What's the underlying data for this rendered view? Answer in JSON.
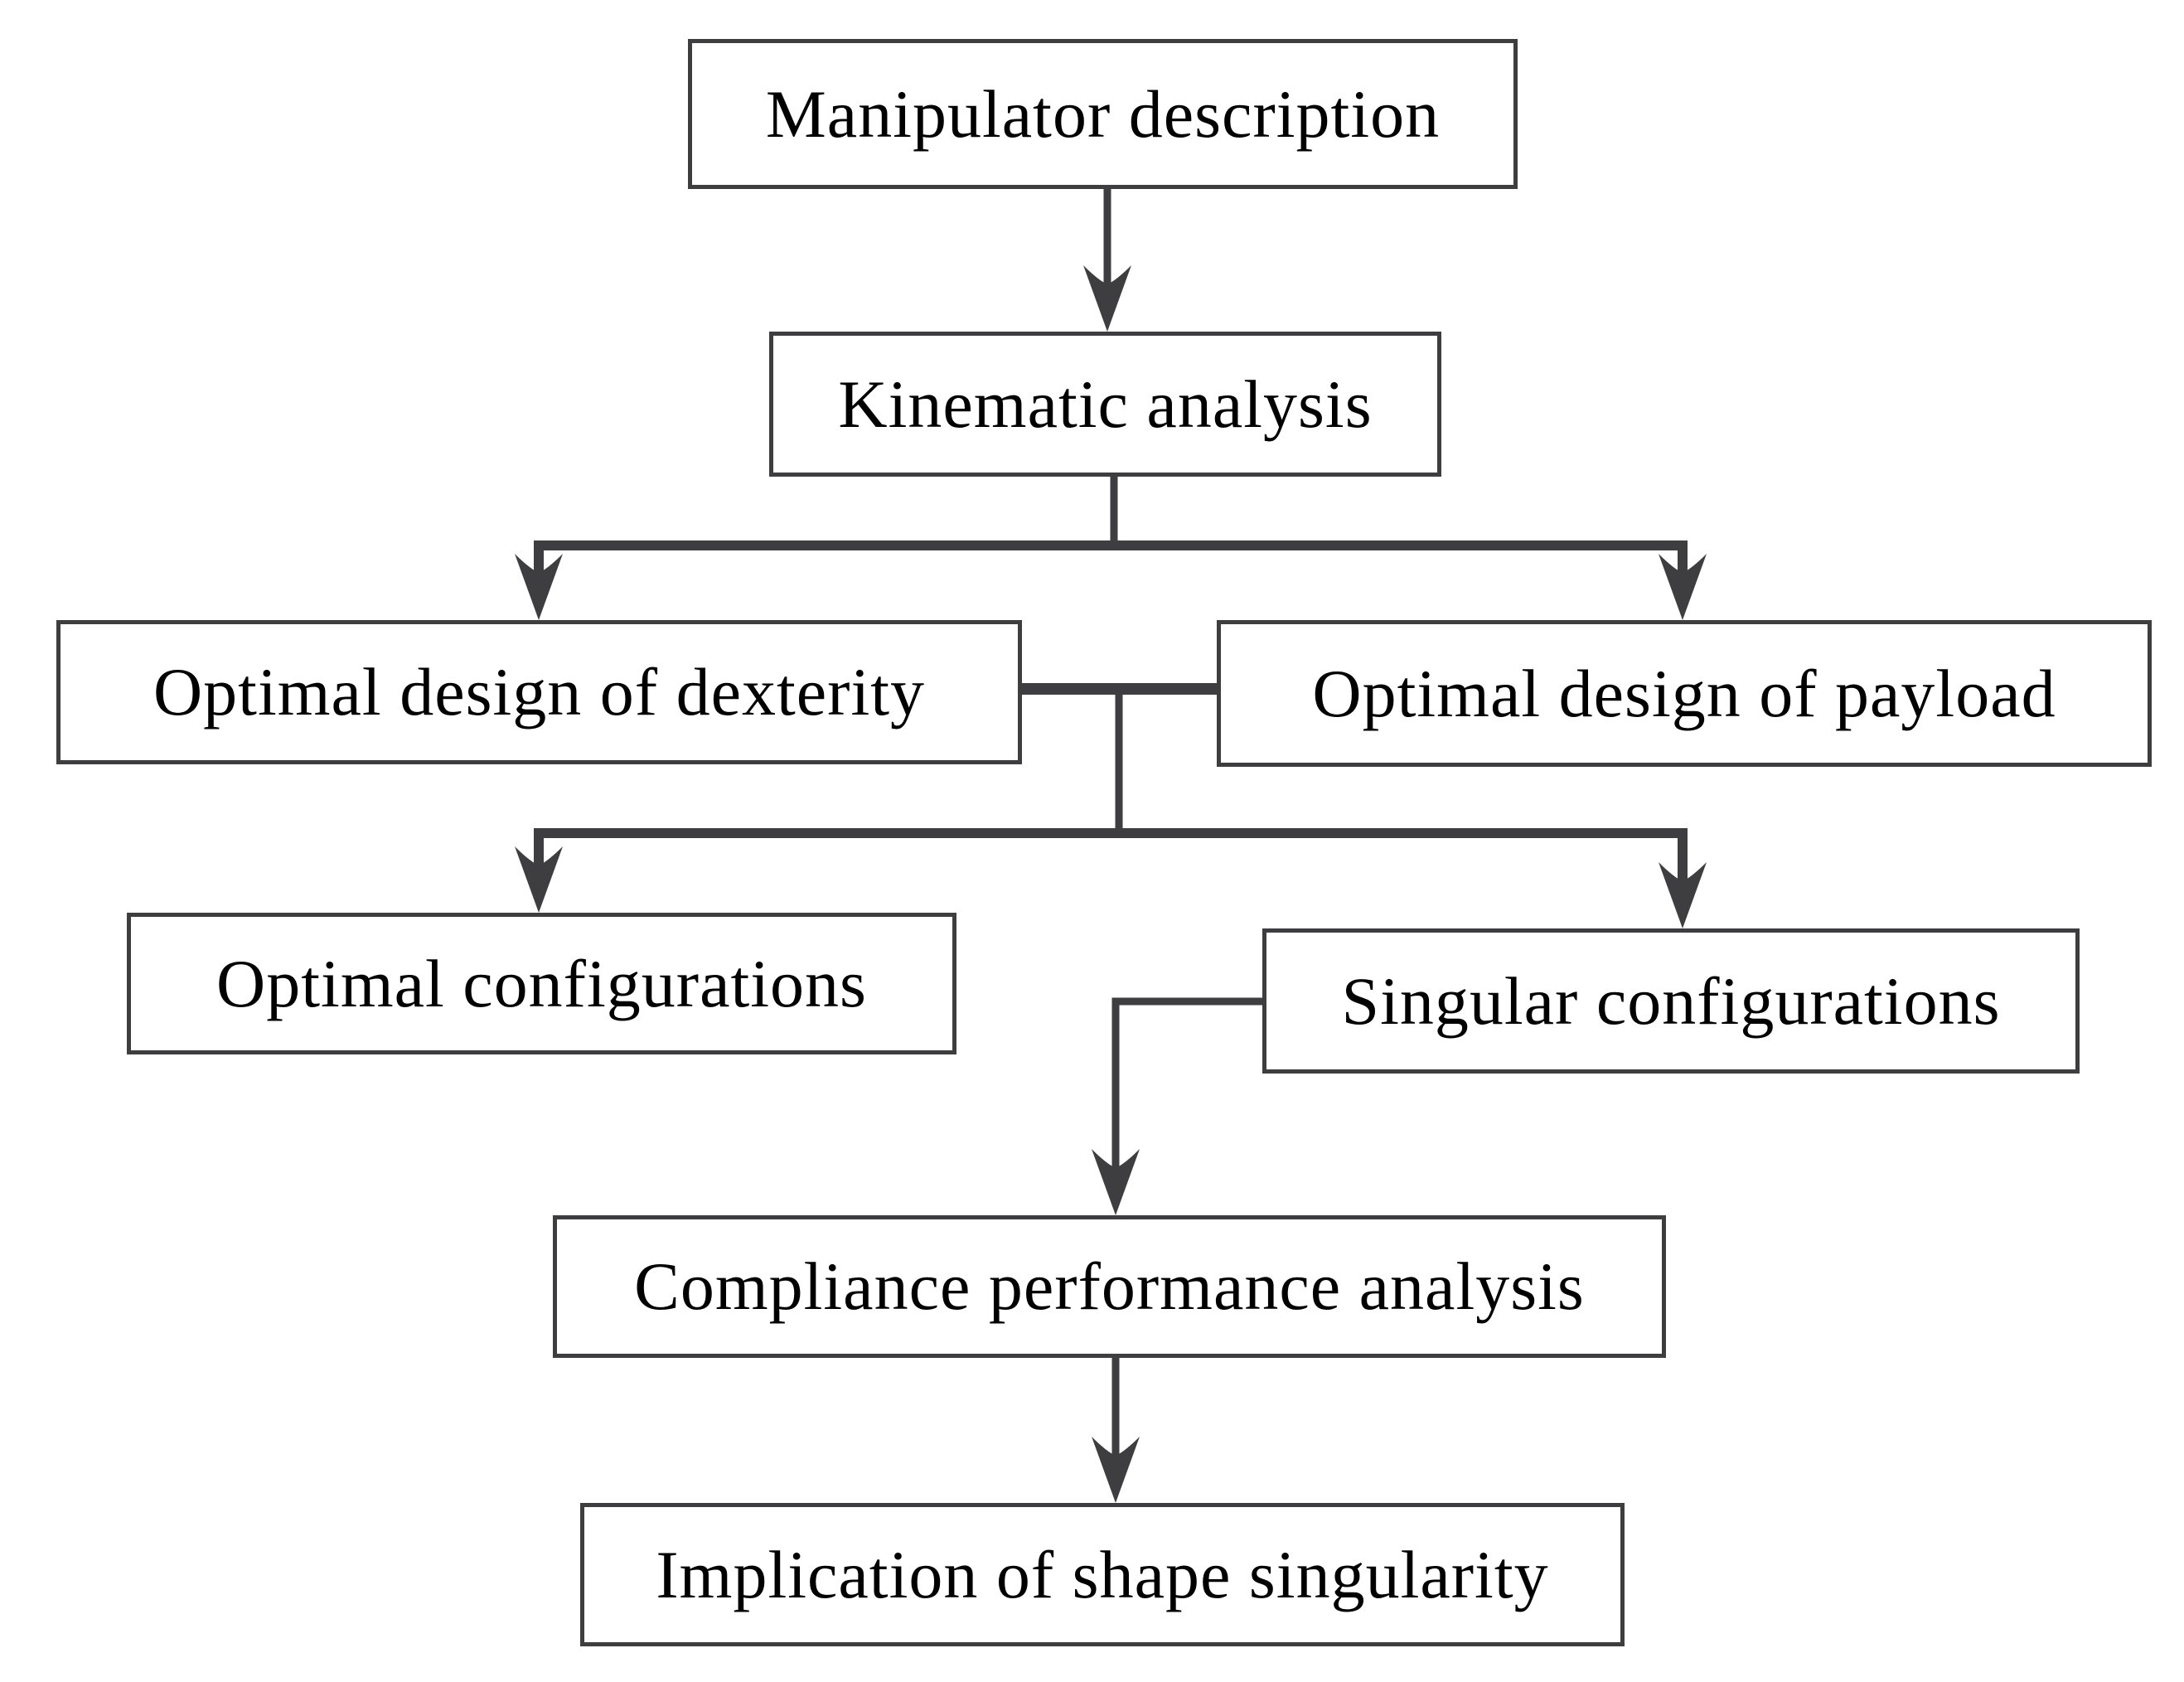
{
  "diagram": {
    "background": "#ffffff",
    "line_color": "#3e3e40",
    "box_border_color": "#3e3e40",
    "box_fill": "#ffffff",
    "text_color": "#000000",
    "nodes": [
      {
        "id": "manipulator-description",
        "label": "Manipulator description"
      },
      {
        "id": "kinematic-analysis",
        "label": "Kinematic analysis"
      },
      {
        "id": "optimal-design-of-dexterity",
        "label": "Optimal design of dexterity"
      },
      {
        "id": "optimal-design-of-payload",
        "label": "Optimal design of payload"
      },
      {
        "id": "optimal-configurations",
        "label": "Optimal configurations"
      },
      {
        "id": "singular-configurations",
        "label": "Singular configurations"
      },
      {
        "id": "compliance-performance-analysis",
        "label": "Compliance performance analysis"
      },
      {
        "id": "implication-of-shape-singularity",
        "label": "Implication of shape singularity"
      }
    ],
    "edges": [
      {
        "from": "manipulator-description",
        "to": "kinematic-analysis",
        "type": "arrow"
      },
      {
        "from": "kinematic-analysis",
        "to": "optimal-design-of-dexterity",
        "type": "arrow"
      },
      {
        "from": "kinematic-analysis",
        "to": "optimal-design-of-payload",
        "type": "arrow"
      },
      {
        "from": "optimal-design-of-dexterity",
        "to": "optimal-design-of-payload",
        "type": "plain-link"
      },
      {
        "from": "dexterity-payload-junction",
        "to": "optimal-configurations",
        "type": "arrow"
      },
      {
        "from": "dexterity-payload-junction",
        "to": "singular-configurations",
        "type": "arrow"
      },
      {
        "from": "singular-configurations",
        "to": "compliance-performance-analysis",
        "type": "arrow"
      },
      {
        "from": "compliance-performance-analysis",
        "to": "implication-of-shape-singularity",
        "type": "arrow"
      }
    ]
  }
}
